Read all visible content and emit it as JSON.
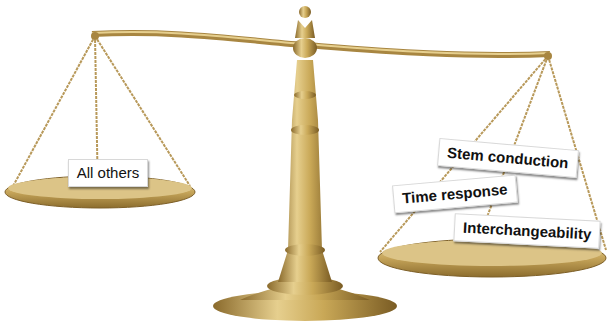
{
  "diagram": {
    "nodes": [
      {
        "text": [
          "All others"
        ]
      },
      {
        "text": [
          "Stem conduction"
        ]
      },
      {
        "text": [
          "Time response"
        ]
      },
      {
        "text": [
          "Interchangeability"
        ]
      }
    ]
  }
}
